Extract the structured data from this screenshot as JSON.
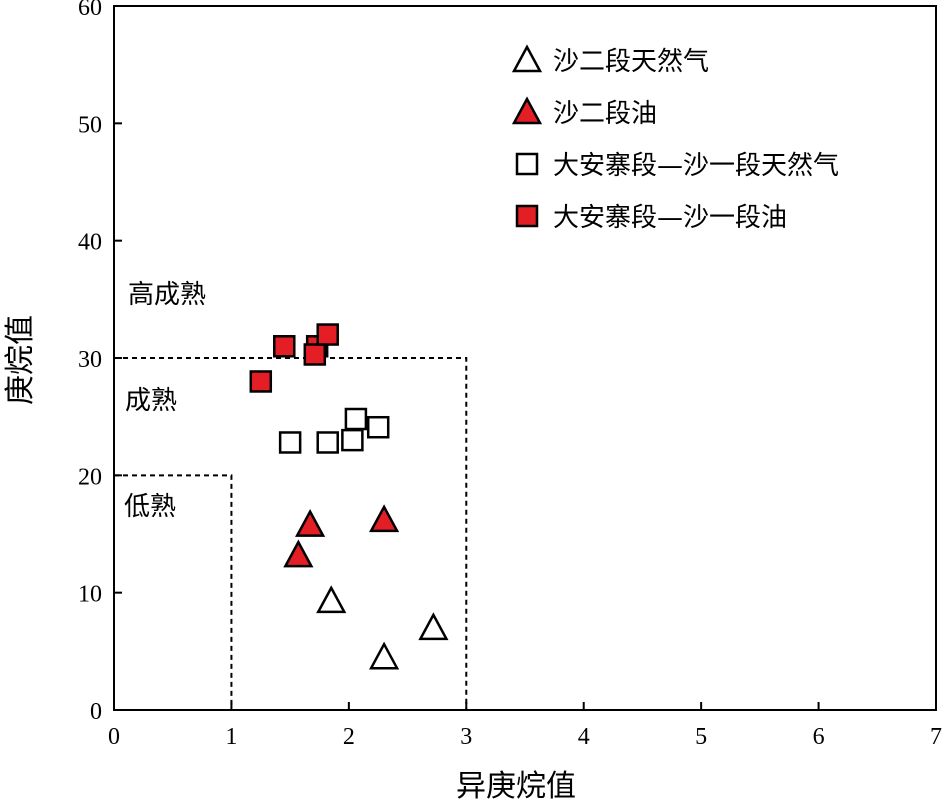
{
  "chart_data": {
    "type": "scatter",
    "xlabel": "异庚烷值",
    "ylabel": "庚烷值",
    "xlim": [
      0,
      7
    ],
    "ylim": [
      0,
      60
    ],
    "x_ticks": [
      0,
      1,
      2,
      3,
      4,
      5,
      6,
      7
    ],
    "y_ticks": [
      0,
      10,
      20,
      30,
      40,
      50,
      60
    ],
    "grid": false,
    "legend_position": "top-right",
    "series": [
      {
        "name": "沙二段天然气",
        "marker": "triangle",
        "fill": "#ffffff",
        "stroke": "#000000",
        "points": [
          [
            1.85,
            9.3
          ],
          [
            2.3,
            4.5
          ],
          [
            2.72,
            7.0
          ]
        ]
      },
      {
        "name": "沙二段油",
        "marker": "triangle",
        "fill": "#e31e24",
        "stroke": "#000000",
        "points": [
          [
            1.67,
            15.8
          ],
          [
            2.3,
            16.2
          ],
          [
            1.57,
            13.2
          ]
        ]
      },
      {
        "name": "大安寨段—沙一段天然气",
        "marker": "square",
        "fill": "#ffffff",
        "stroke": "#000000",
        "points": [
          [
            1.5,
            22.8
          ],
          [
            1.82,
            22.8
          ],
          [
            2.03,
            23.0
          ],
          [
            2.06,
            24.8
          ],
          [
            2.25,
            24.1
          ]
        ]
      },
      {
        "name": "大安寨段—沙一段油",
        "marker": "square",
        "fill": "#e31e24",
        "stroke": "#000000",
        "points": [
          [
            1.25,
            28.0
          ],
          [
            1.45,
            31.0
          ],
          [
            1.73,
            31.0
          ],
          [
            1.71,
            30.3
          ],
          [
            1.82,
            32.0
          ]
        ]
      }
    ],
    "regions": [
      {
        "label": "低熟",
        "x_max": 1,
        "y_max": 20
      },
      {
        "label": "成熟",
        "x_max": 3,
        "y_max": 30
      },
      {
        "label": "高成熟"
      }
    ]
  }
}
